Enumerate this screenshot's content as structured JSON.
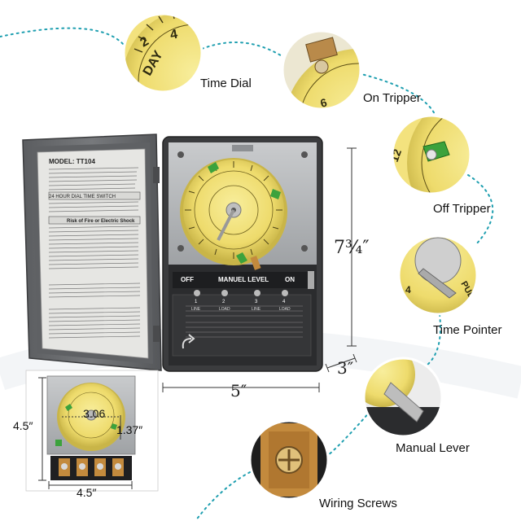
{
  "callouts": {
    "time_dial": "Time Dial",
    "on_tripper": "On Tripper",
    "off_tripper": "Off Tripper",
    "time_pointer": "Time Pointer",
    "manual_lever": "Manual Lever",
    "wiring_screws": "Wiring Screws"
  },
  "dimensions": {
    "height": "7¾″",
    "width": "5″",
    "depth": "3″",
    "mech_height": "4.5″",
    "mech_width": "4.5″",
    "dial_dia": "3.06",
    "dial_depth": "1.37″"
  },
  "product": {
    "model_line": "MODEL: TT104",
    "subtitle": "24 HOUR DIAL TIME SWITCH",
    "warning_title": "Risk of Fire or Electric Shock",
    "manual_level": "MANUEL LEVEL",
    "off_label": "OFF",
    "on_label": "ON",
    "terminals": [
      {
        "num": "1",
        "label": "LINE"
      },
      {
        "num": "2",
        "label": "LOAD"
      },
      {
        "num": "3",
        "label": "LINE"
      },
      {
        "num": "4",
        "label": "LOAD"
      }
    ]
  },
  "colors": {
    "dial_yellow": "#f2e27a",
    "dial_dark": "#c9b84b",
    "case_gray": "#6f7174",
    "case_dark": "#3b3c3e",
    "tripper_green": "#3ca23c",
    "dotted_line": "#1f9fb0"
  }
}
